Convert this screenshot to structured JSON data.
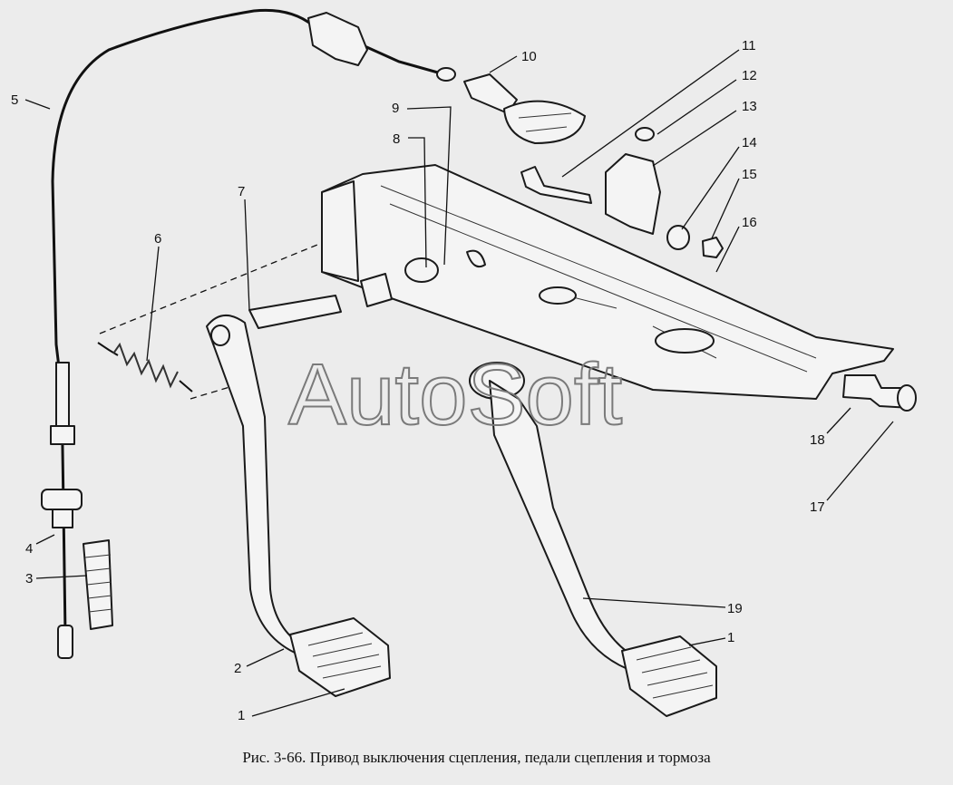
{
  "caption": "Рис. 3-66. Привод выключения сцепления, педали сцепления и тормоза",
  "watermark": "AutoSoft",
  "callouts": [
    {
      "key": "c5",
      "text": "5"
    },
    {
      "key": "c10",
      "text": "10"
    },
    {
      "key": "c11",
      "text": "11"
    },
    {
      "key": "c12",
      "text": "12"
    },
    {
      "key": "c13",
      "text": "13"
    },
    {
      "key": "c9",
      "text": "9"
    },
    {
      "key": "c8",
      "text": "8"
    },
    {
      "key": "c14",
      "text": "14"
    },
    {
      "key": "c15",
      "text": "15"
    },
    {
      "key": "c7",
      "text": "7"
    },
    {
      "key": "c16",
      "text": "16"
    },
    {
      "key": "c6",
      "text": "6"
    },
    {
      "key": "c18",
      "text": "18"
    },
    {
      "key": "c17",
      "text": "17"
    },
    {
      "key": "c4",
      "text": "4"
    },
    {
      "key": "c3",
      "text": "3"
    },
    {
      "key": "c19",
      "text": "19"
    },
    {
      "key": "c2",
      "text": "2"
    },
    {
      "key": "c1a",
      "text": "1"
    },
    {
      "key": "c1b",
      "text": "1"
    }
  ]
}
